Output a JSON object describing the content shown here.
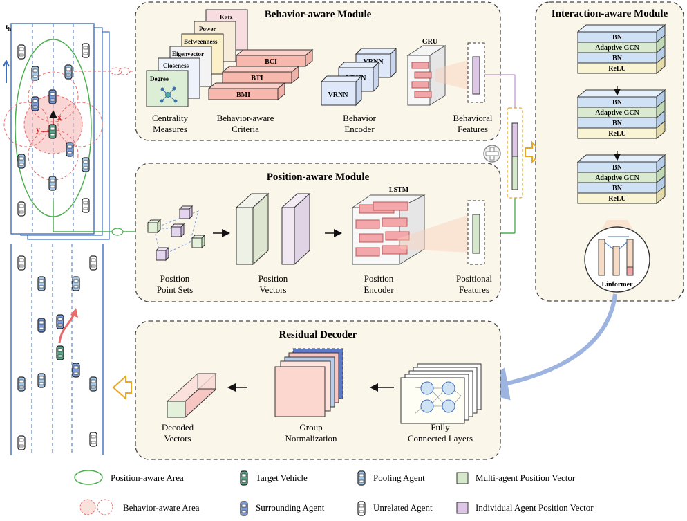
{
  "modules": {
    "behavior": {
      "title": "Behavior-aware Module",
      "centrality": [
        "Katz",
        "Power",
        "Betweenness",
        "Eigenvector",
        "Closeness",
        "Degree"
      ],
      "criteria": [
        "BCI",
        "BTI",
        "BMI"
      ],
      "encoder_blocks": [
        "VRNN",
        "VRNN",
        "VRNN"
      ],
      "gru": "GRU",
      "captions": {
        "centrality_1": "Centrality",
        "centrality_2": "Measures",
        "criteria_1": "Behavior-aware",
        "criteria_2": "Criteria",
        "encoder_1": "Behavior",
        "encoder_2": "Encoder",
        "features_1": "Behavioral",
        "features_2": "Features"
      }
    },
    "position": {
      "title": "Position-aware Module",
      "lstm": "LSTM",
      "captions": {
        "points_1": "Position",
        "points_2": "Point Sets",
        "vectors_1": "Position",
        "vectors_2": "Vectors",
        "encoder_1": "Position",
        "encoder_2": "Encoder",
        "features_1": "Positional",
        "features_2": "Features"
      }
    },
    "interaction": {
      "title": "Interaction-aware Module",
      "layers": [
        "BN",
        "Adaptive GCN",
        "BN",
        "ReLU"
      ],
      "linformer": "Linformer"
    },
    "decoder": {
      "title": "Residual Decoder",
      "captions": {
        "decoded_1": "Decoded",
        "decoded_2": "Vectors",
        "group_1": "Group",
        "group_2": "Normalization",
        "fc_1": "Fully",
        "fc_2": "Connected Layers"
      }
    }
  },
  "scene": {
    "time_label": "t",
    "time_sub": "h",
    "axis_x": "x",
    "axis_y": "y"
  },
  "legend": {
    "position_area": "Position-aware Area",
    "behavior_area": "Behavior-aware Area",
    "target_vehicle": "Target Vehicle",
    "surrounding_agent": "Surrounding Agent",
    "pooling_agent": "Pooling Agent",
    "unrelated_agent": "Unrelated Agent",
    "multi_vector": "Multi-agent Position Vector",
    "individual_vector": "Individual Agent Position Vector"
  },
  "colors": {
    "target": "#5aa587",
    "surrounding": "#7b9bd8",
    "pooling": "#a8c8e8",
    "lane": "#3d6fc0",
    "position_area": "#4caf50",
    "behavior_area": "#e86a6a",
    "multi_vec": "#d5e8cc",
    "indiv_vec": "#ddc6e6",
    "accent_arrow": "#e8a623"
  }
}
